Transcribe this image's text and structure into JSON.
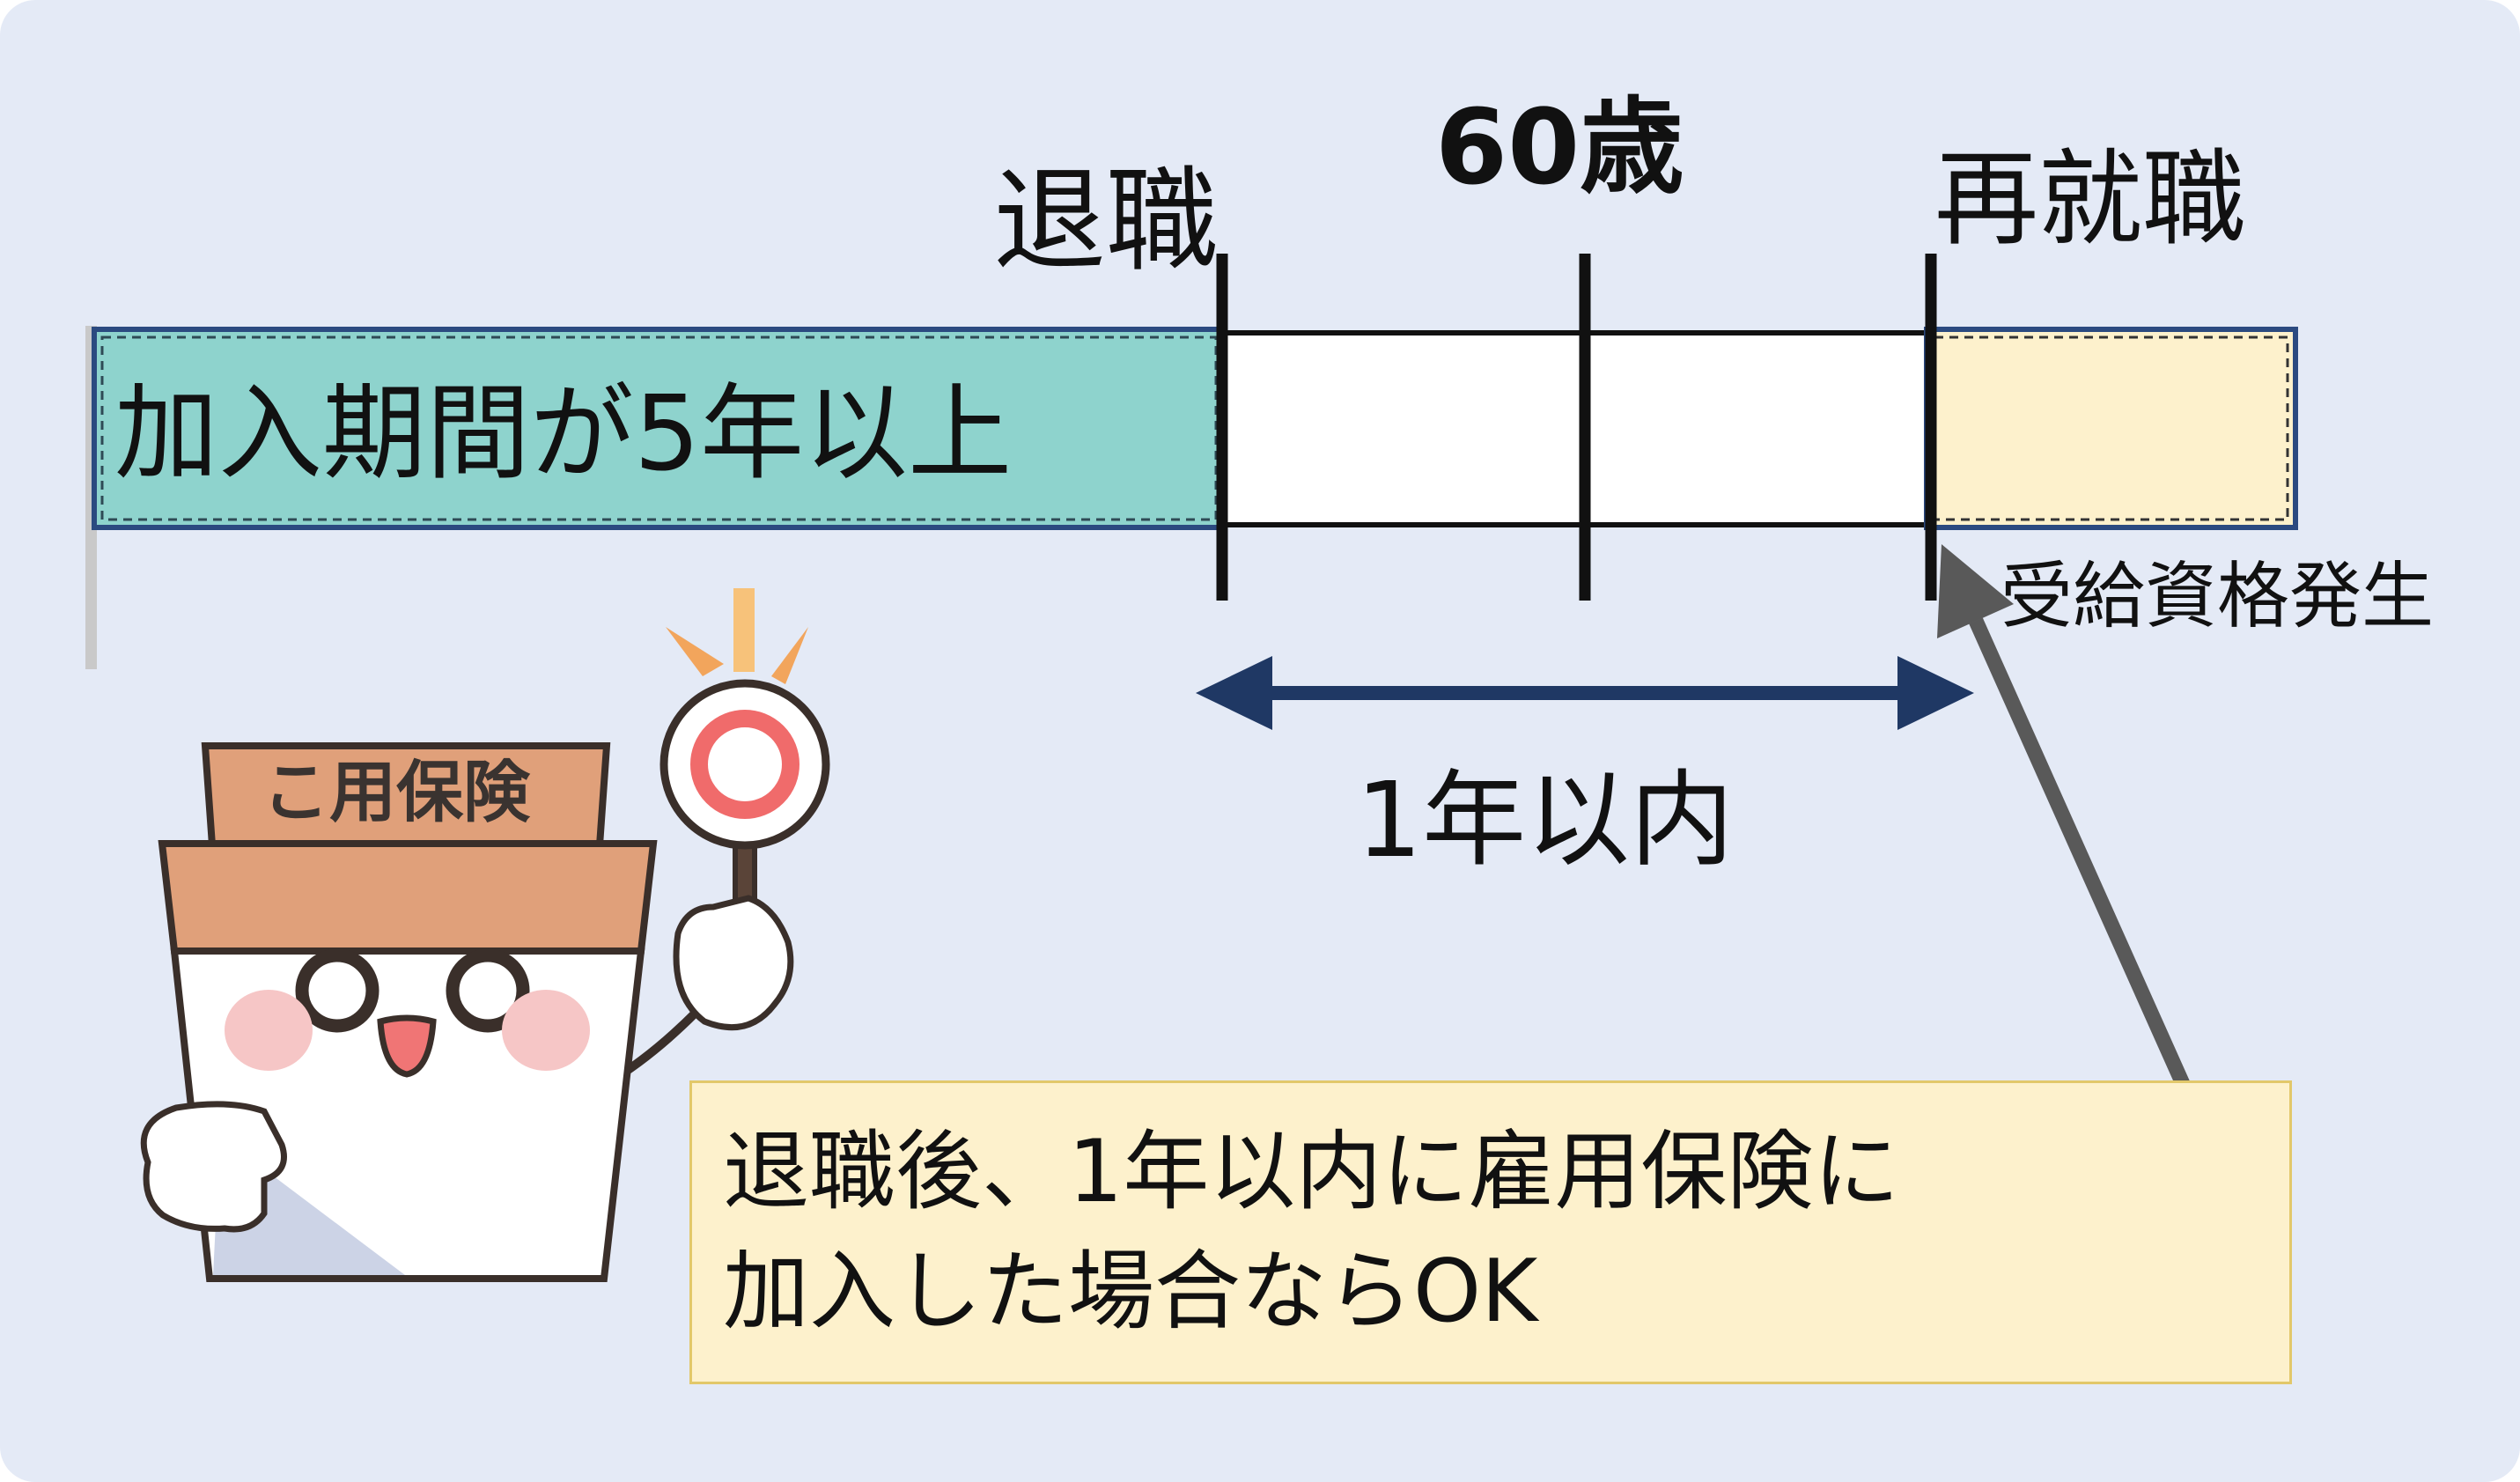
{
  "labels": {
    "taishoku": "退職",
    "age60": "60歳",
    "saishushoku": "再就職",
    "kanyu": "加入期間が5年以上",
    "jukyu": "受給資格発生",
    "within_one_year": "1年以内"
  },
  "note": {
    "line1": "退職後、1年以内に雇用保険に",
    "line2": "加入した場合ならOK"
  },
  "mascot": {
    "label": "こ用保険"
  },
  "colors": {
    "background": "#e4eaf6",
    "insured_period": "#8ed3cd",
    "new_job_period": "#fdf1cc",
    "bar_border": "#2b4a80",
    "span_arrow": "#1f3864",
    "pointer_arrow": "#595959"
  }
}
